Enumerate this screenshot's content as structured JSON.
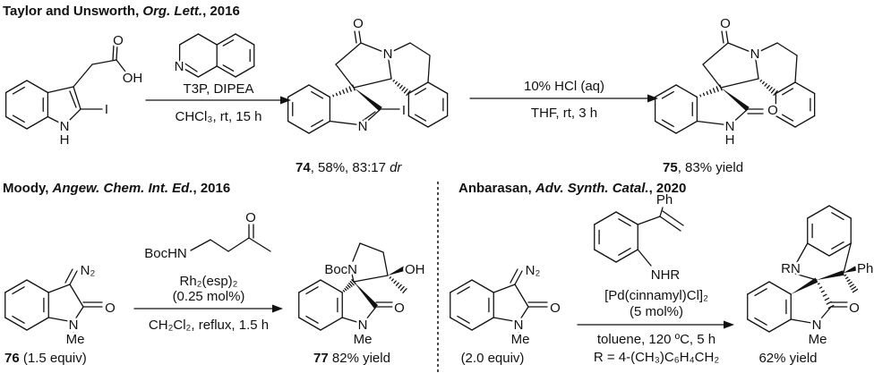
{
  "taylor": {
    "title_authors": "Taylor and Unsworth, ",
    "title_journal": "Org. Lett.",
    "title_year": ", 2016",
    "step1_conditions": [
      "T3P, DIPEA",
      "CHCl₃, rt, 15 h"
    ],
    "step2_conditions": [
      "10% HCl (aq)",
      "THF, rt, 3 h"
    ],
    "product1": {
      "number": "74",
      "text": ", 58%, 83:17 ",
      "dr": "dr"
    },
    "product2": {
      "number": "75",
      "text": ", 83% yield"
    },
    "atoms": {
      "sm": {
        "O": "O",
        "OH": "OH",
        "I": "I",
        "N": "N",
        "H": "H"
      },
      "reagent": {
        "N": "N"
      },
      "p74": {
        "O": "O",
        "N_lactam": "N",
        "N_imine": "N",
        "I": "I"
      },
      "p75": {
        "O_top": "O",
        "N_lactam": "N",
        "O": "O",
        "N": "N",
        "H": "H"
      }
    }
  },
  "moody": {
    "title_authors": "Moody, ",
    "title_journal": "Angew. Chem. Int. Ed.",
    "title_year": ", 2016",
    "sm_label": {
      "number": "76",
      "text": " (1.5 equiv)"
    },
    "reagent_amine": "BocHN",
    "conditions_above": [
      "Rh₂(esp)₂",
      "(0.25 mol%)"
    ],
    "conditions_below": "CH₂Cl₂, reflux, 1.5 h",
    "product_label": {
      "number": "77",
      "text": " 82% yield"
    },
    "atoms": {
      "sm": {
        "N2": "N₂",
        "O": "O",
        "N": "N",
        "Me": "Me"
      },
      "reagent": {
        "O": "O"
      },
      "product": {
        "BocN": "BocN",
        "OH": "OH",
        "O": "O",
        "N": "N",
        "Me": "Me"
      }
    }
  },
  "anbarasan": {
    "title_authors": "Anbarasan, ",
    "title_journal": "Adv. Synth. Catal.",
    "title_year": ", 2020",
    "sm_label": "(2.0 equiv)",
    "conditions_above": [
      "[Pd(cinnamyl)Cl]₂",
      "(5 mol%)"
    ],
    "conditions_below": [
      "toluene, 120 ºC, 5 h",
      "R = 4-(CH₃)C₆H₄CH₂"
    ],
    "product_label": "62% yield",
    "atoms": {
      "sm": {
        "N2": "N₂",
        "O": "O",
        "N": "N",
        "Me": "Me"
      },
      "reagent": {
        "Ph": "Ph",
        "NHR": "NHR"
      },
      "product": {
        "RN": "RN",
        "Ph": "Ph",
        "O": "O",
        "N": "N",
        "Me": "Me"
      }
    }
  }
}
